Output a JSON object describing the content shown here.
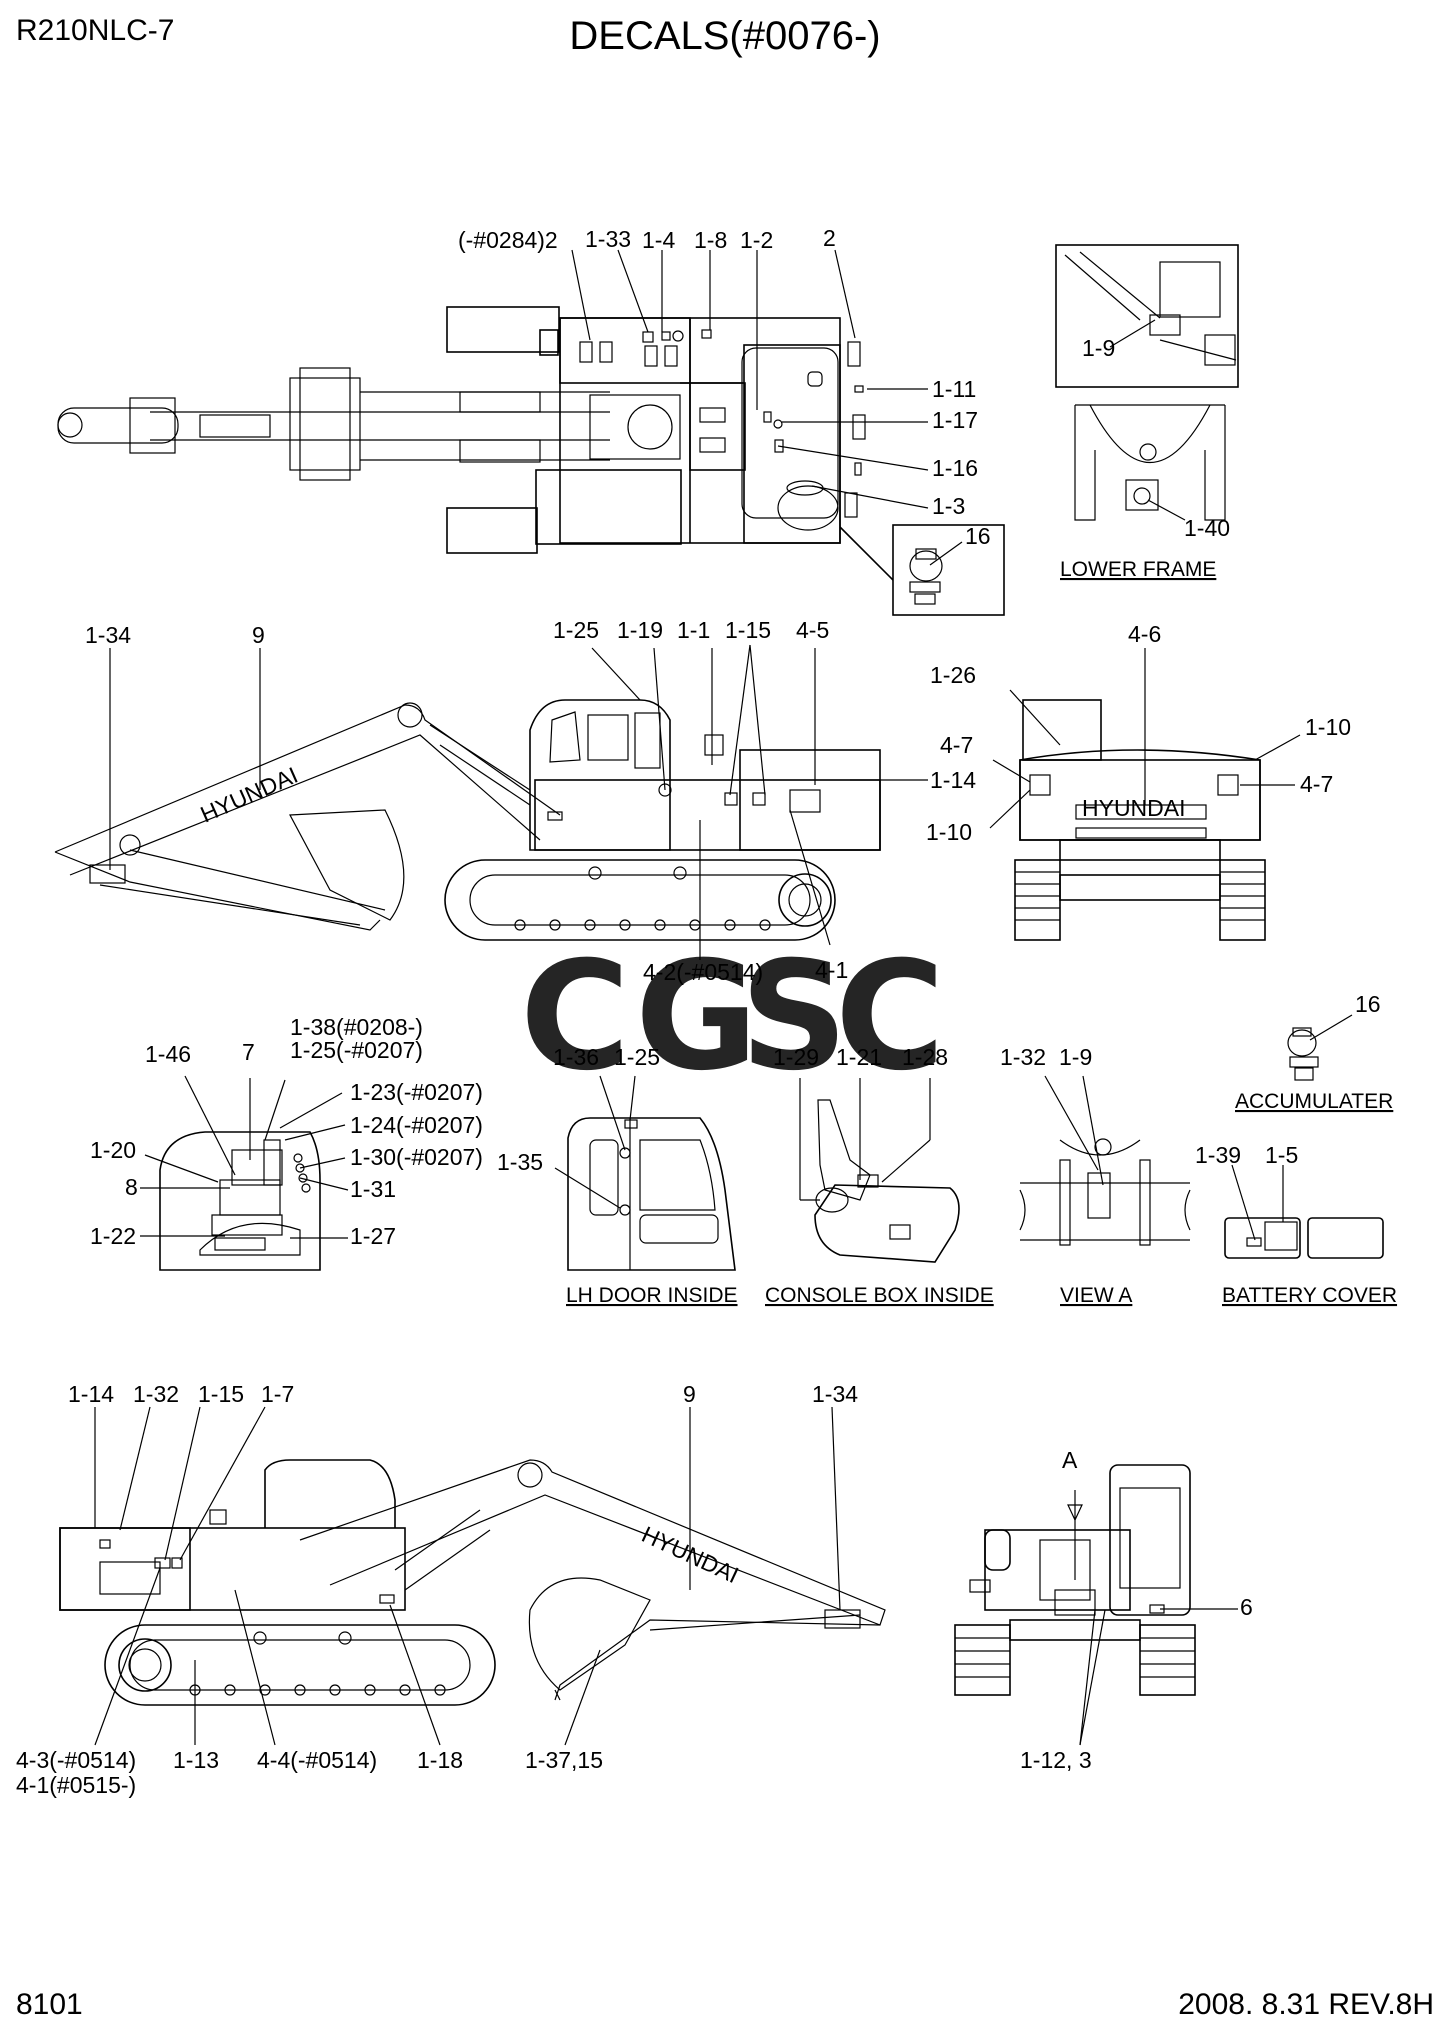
{
  "header": {
    "model": "R210NLC-7",
    "title": "DECALS(#0076-)"
  },
  "footer": {
    "page": "8101",
    "revision": "2008. 8.31  REV.8H"
  },
  "watermark": {
    "letters": [
      "C",
      "G",
      "S",
      "C"
    ],
    "colors": [
      "#5b9cf0",
      "#f07f73",
      "#f5d04a",
      "#7fcf9c"
    ]
  },
  "views": {
    "top": {
      "labels": [
        "(-#0284)2",
        "1-33",
        "1-4",
        "1-8",
        "1-2",
        "2",
        "1-11",
        "1-17",
        "1-16",
        "1-3",
        "16"
      ]
    },
    "lower_frame": {
      "caption": "LOWER FRAME",
      "labels": [
        "1-9",
        "1-40"
      ]
    },
    "left_side": {
      "labels": [
        "1-34",
        "9",
        "1-25",
        "1-19",
        "1-1",
        "1-15",
        "4-5",
        "1-14",
        "4-2(-#0514)",
        "4-1"
      ],
      "brand": "HYUNDAI"
    },
    "rear": {
      "labels": [
        "4-6",
        "1-26",
        "1-10",
        "4-7",
        "4-7",
        "1-10"
      ],
      "brand": "HYUNDAI"
    },
    "accumulater": {
      "caption": "ACCUMULATER",
      "labels": [
        "16"
      ]
    },
    "cab_detail": {
      "labels": [
        "1-38(#0208-)",
        "1-25(-#0207)",
        "1-46",
        "7",
        "1-23(-#0207)",
        "1-24(-#0207)",
        "1-20",
        "1-30(-#0207)",
        "8",
        "1-31",
        "1-22",
        "1-27"
      ]
    },
    "lh_door": {
      "caption": "LH DOOR INSIDE",
      "labels": [
        "1-36",
        "1-25",
        "1-35"
      ]
    },
    "console_box": {
      "caption": "CONSOLE BOX INSIDE",
      "labels": [
        "1-29",
        "1-21",
        "1-28"
      ]
    },
    "view_a": {
      "caption": "VIEW  A",
      "labels": [
        "1-32",
        "1-9"
      ]
    },
    "battery_cover": {
      "caption": "BATTERY COVER",
      "labels": [
        "1-39",
        "1-5"
      ]
    },
    "right_side": {
      "labels": [
        "1-14",
        "1-32",
        "1-15",
        "1-7",
        "9",
        "1-34",
        "4-3(-#0514)",
        "4-1(#0515-)",
        "1-13",
        "4-4(-#0514)",
        "1-18",
        "1-37,15"
      ],
      "brand": "HYUNDAI"
    },
    "front": {
      "labels": [
        "A",
        "6",
        "1-12, 3"
      ]
    }
  }
}
